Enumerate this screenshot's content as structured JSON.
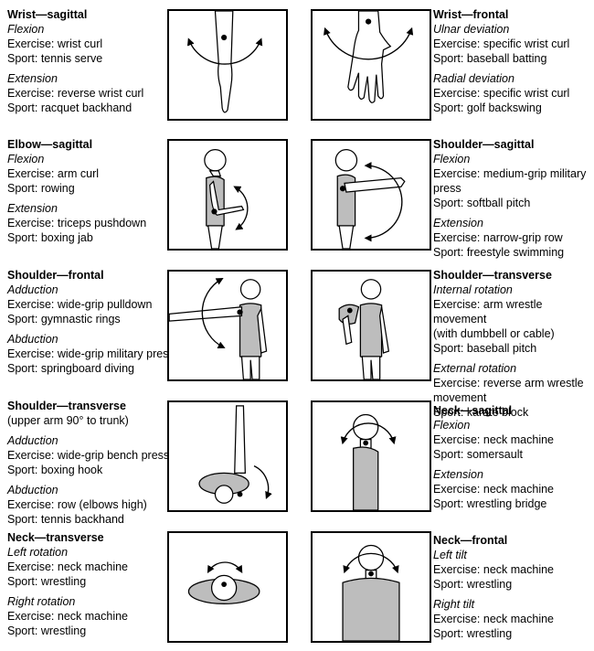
{
  "items": [
    {
      "title": "Wrist—sagittal",
      "sections": [
        {
          "label": "Flexion",
          "lines": [
            "Exercise: wrist curl",
            "Sport: tennis serve"
          ]
        },
        {
          "label": "Extension",
          "lines": [
            "Exercise: reverse wrist curl",
            "Sport: racquet backhand"
          ]
        }
      ]
    },
    {
      "title": "Wrist—frontal",
      "sections": [
        {
          "label": "Ulnar deviation",
          "lines": [
            "Exercise: specific wrist curl",
            "Sport: baseball batting"
          ]
        },
        {
          "label": "Radial deviation",
          "lines": [
            "Exercise: specific wrist curl",
            "Sport: golf backswing"
          ]
        }
      ]
    },
    {
      "title": "Elbow—sagittal",
      "sections": [
        {
          "label": "Flexion",
          "lines": [
            "Exercise: arm curl",
            "Sport: rowing"
          ]
        },
        {
          "label": "Extension",
          "lines": [
            "Exercise: triceps pushdown",
            "Sport: boxing jab"
          ]
        }
      ]
    },
    {
      "title": "Shoulder—sagittal",
      "sections": [
        {
          "label": "Flexion",
          "lines": [
            "Exercise: medium-grip military",
            "press",
            "Sport: softball pitch"
          ]
        },
        {
          "label": "Extension",
          "lines": [
            "Exercise: narrow-grip row",
            "Sport: freestyle swimming"
          ]
        }
      ]
    },
    {
      "title": "Shoulder—frontal",
      "sections": [
        {
          "label": "Adduction",
          "lines": [
            "Exercise: wide-grip pulldown",
            "Sport: gymnastic rings"
          ]
        },
        {
          "label": "Abduction",
          "lines": [
            "Exercise: wide-grip military press",
            "Sport: springboard diving"
          ]
        }
      ]
    },
    {
      "title": "Shoulder—transverse",
      "sections": [
        {
          "label": "Internal rotation",
          "lines": [
            "Exercise: arm wrestle movement",
            "(with dumbbell or cable)",
            "Sport: baseball pitch"
          ]
        },
        {
          "label": "External rotation",
          "lines": [
            "Exercise: reverse arm wrestle",
            "movement",
            "Sport: karate block"
          ]
        }
      ]
    },
    {
      "title": "Shoulder—transverse",
      "note": "(upper arm 90° to trunk)",
      "sections": [
        {
          "label": "Adduction",
          "lines": [
            "Exercise: wide-grip bench press",
            "Sport: boxing hook"
          ]
        },
        {
          "label": "Abduction",
          "lines": [
            "Exercise: row (elbows high)",
            "Sport: tennis backhand"
          ]
        }
      ]
    },
    {
      "title": "Neck—sagittal",
      "sections": [
        {
          "label": "Flexion",
          "lines": [
            "Exercise: neck machine",
            "Sport: somersault"
          ]
        },
        {
          "label": "Extension",
          "lines": [
            "Exercise: neck machine",
            "Sport: wrestling bridge"
          ]
        }
      ]
    },
    {
      "title": "Neck—transverse",
      "sections": [
        {
          "label": "Left rotation",
          "lines": [
            "Exercise: neck machine",
            "Sport: wrestling"
          ]
        },
        {
          "label": "Right rotation",
          "lines": [
            "Exercise: neck machine",
            "Sport: wrestling"
          ]
        }
      ]
    },
    {
      "title": "Neck—frontal",
      "sections": [
        {
          "label": "Left tilt",
          "lines": [
            "Exercise: neck machine",
            "Sport: wrestling"
          ]
        },
        {
          "label": "Right tilt",
          "lines": [
            "Exercise: neck machine",
            "Sport: wrestling"
          ]
        }
      ]
    }
  ]
}
